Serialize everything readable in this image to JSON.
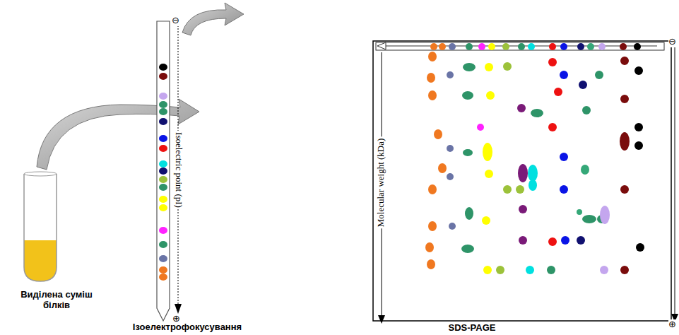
{
  "diagram": {
    "labels": [
      "Виділена суміш білків",
      "Ізоелектрофокусування",
      "SDS-PAGE",
      "Isoelectric point (pI)",
      "Molecular weight (kDa)",
      "⊖",
      "⊕",
      "⊖",
      "⊕"
    ]
  }
}
